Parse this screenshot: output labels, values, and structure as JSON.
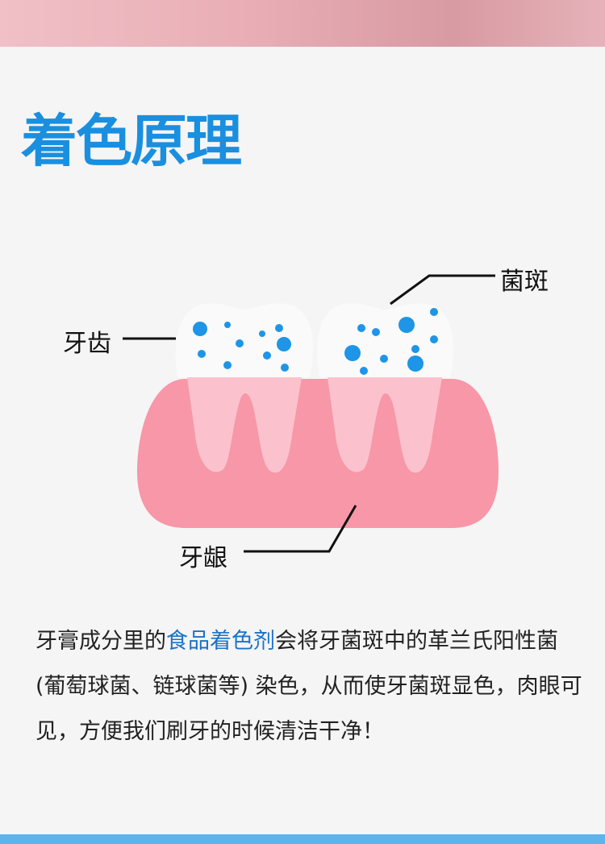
{
  "title": "着色原理",
  "diagram": {
    "label_teeth": "牙齿",
    "label_plaque": "菌斑",
    "label_gums": "牙龈"
  },
  "description": {
    "part1": "牙膏成分里的",
    "highlight": "食品着色剂",
    "part2": "会将牙菌斑中的革兰氏阳性菌 (葡萄球菌、链球菌等) 染色，从而使牙菌斑显色，肉眼可见，方便我们刷牙的时候清洁干净！"
  },
  "colors": {
    "title": "#1a8fe0",
    "highlight": "#1a73c8",
    "gum": "#f797a8",
    "root": "#fbc2cd",
    "plaque_dot": "#1e95e6",
    "bottom_band": "#5ab4ee"
  }
}
